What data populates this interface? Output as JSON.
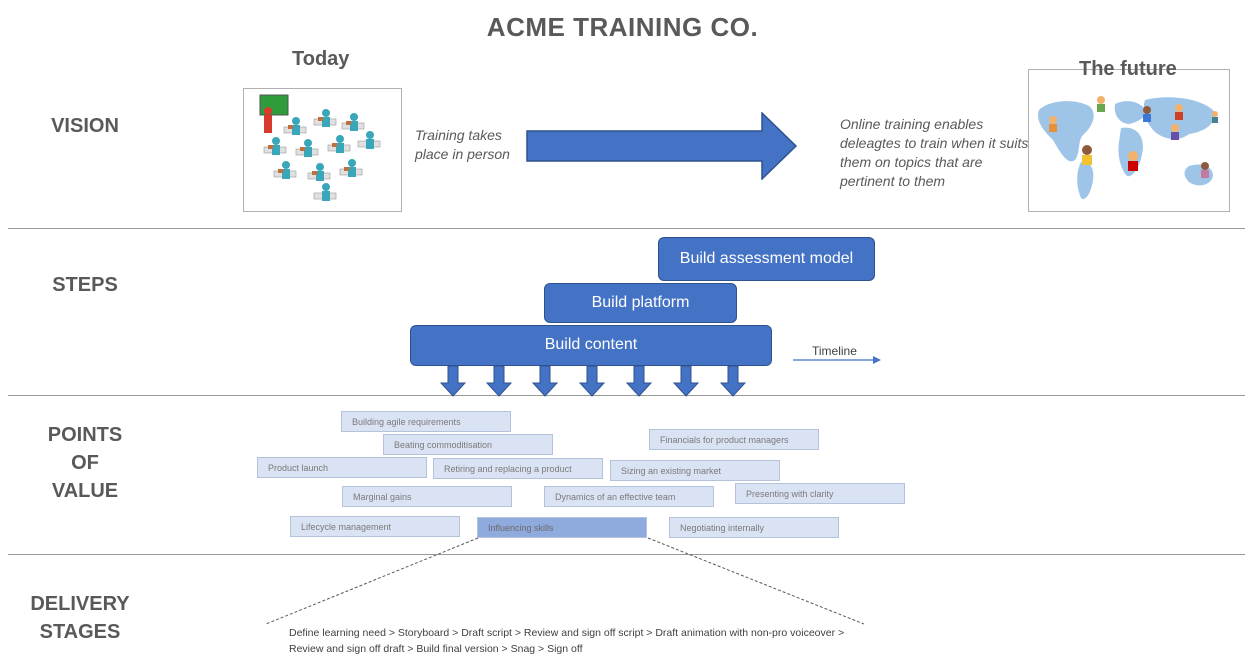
{
  "title": "ACME TRAINING CO.",
  "today_label": "Today",
  "future_label": "The future",
  "sections": {
    "vision": "VISION",
    "steps": "STEPS",
    "points_of_value": [
      "POINTS",
      "OF",
      "VALUE"
    ],
    "delivery_stages": [
      "DELIVERY",
      "STAGES"
    ]
  },
  "vision": {
    "today_text": [
      "Training takes",
      "place in person"
    ],
    "future_text": [
      "Online training enables",
      "deleagtes to train when it suits",
      "them on topics that are",
      "pertinent to them"
    ]
  },
  "steps": {
    "assessment": "Build assessment model",
    "platform": "Build platform",
    "content": "Build content",
    "timeline": "Timeline"
  },
  "points_of_value": {
    "building_agile": "Building agile requirements",
    "beating_commod": "Beating commoditisation",
    "financials": "Financials for product managers",
    "product_launch": "Product launch",
    "retiring": "Retiring and replacing a product",
    "sizing": "Sizing an existing market",
    "marginal": "Marginal gains",
    "dynamics": "Dynamics of an effective team",
    "presenting": "Presenting with clarity",
    "lifecycle": "Lifecycle management",
    "influencing": "Influencing skills",
    "negotiating": "Negotiating internally"
  },
  "delivery": {
    "line1": "Define learning need > Storyboard > Draft script > Review and sign off script > Draft animation with non-pro voiceover >",
    "line2": "Review and sign off draft > Build final version > Snag > Sign off"
  },
  "colors": {
    "step_fill": "#4472c4",
    "step_border": "#2f528f",
    "pov_fill": "#dae3f3",
    "pov_selected": "#8faadc"
  }
}
